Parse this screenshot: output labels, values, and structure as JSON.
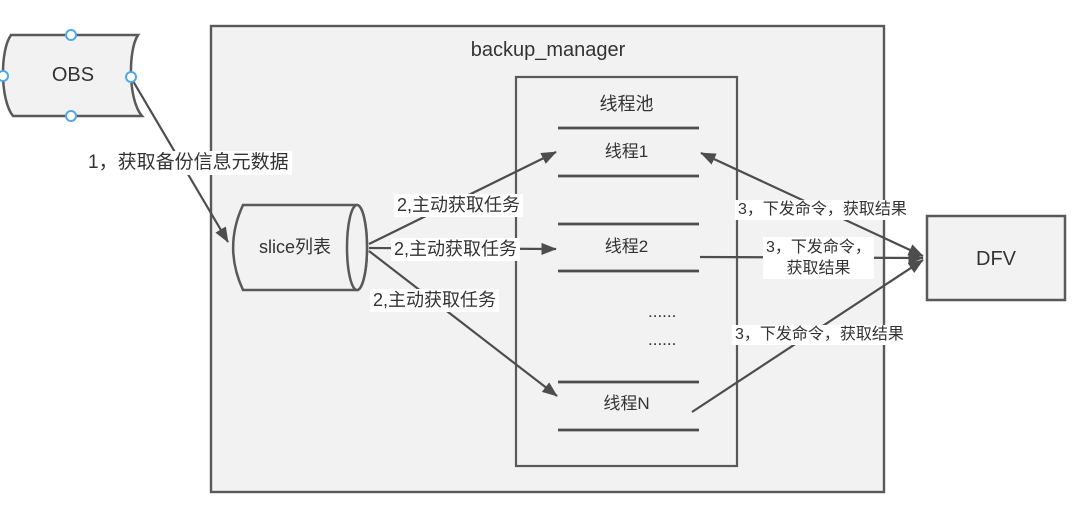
{
  "nodes": {
    "obs_label": "OBS",
    "backup_manager_title": "backup_manager",
    "slice_list_label": "slice列表",
    "thread_pool_title": "线程池",
    "threads": [
      "线程1",
      "线程2",
      "线程N"
    ],
    "ellipsis_rows": [
      "......",
      "......"
    ],
    "dfv_label": "DFV"
  },
  "arrows": {
    "step1_label": "1，获取备份信息元数据",
    "step2_labels": [
      "2,主动获取任务",
      "2,主动获取任务",
      "2,主动获取任务"
    ],
    "step3_top_label": "3，下发命令，获取结果",
    "step3_mid_line1": "3，下发命令，",
    "step3_mid_line2": "获取结果",
    "step3_bottom_label": "3，下发命令，获取结果"
  },
  "colors": {
    "shape_fill": "#f2f2f2",
    "shape_border": "#595959",
    "connector_line": "#4d4d4d",
    "text": "#333333",
    "selection_handle": "#4fa8e8",
    "edge_label_background": "#ffffff"
  }
}
